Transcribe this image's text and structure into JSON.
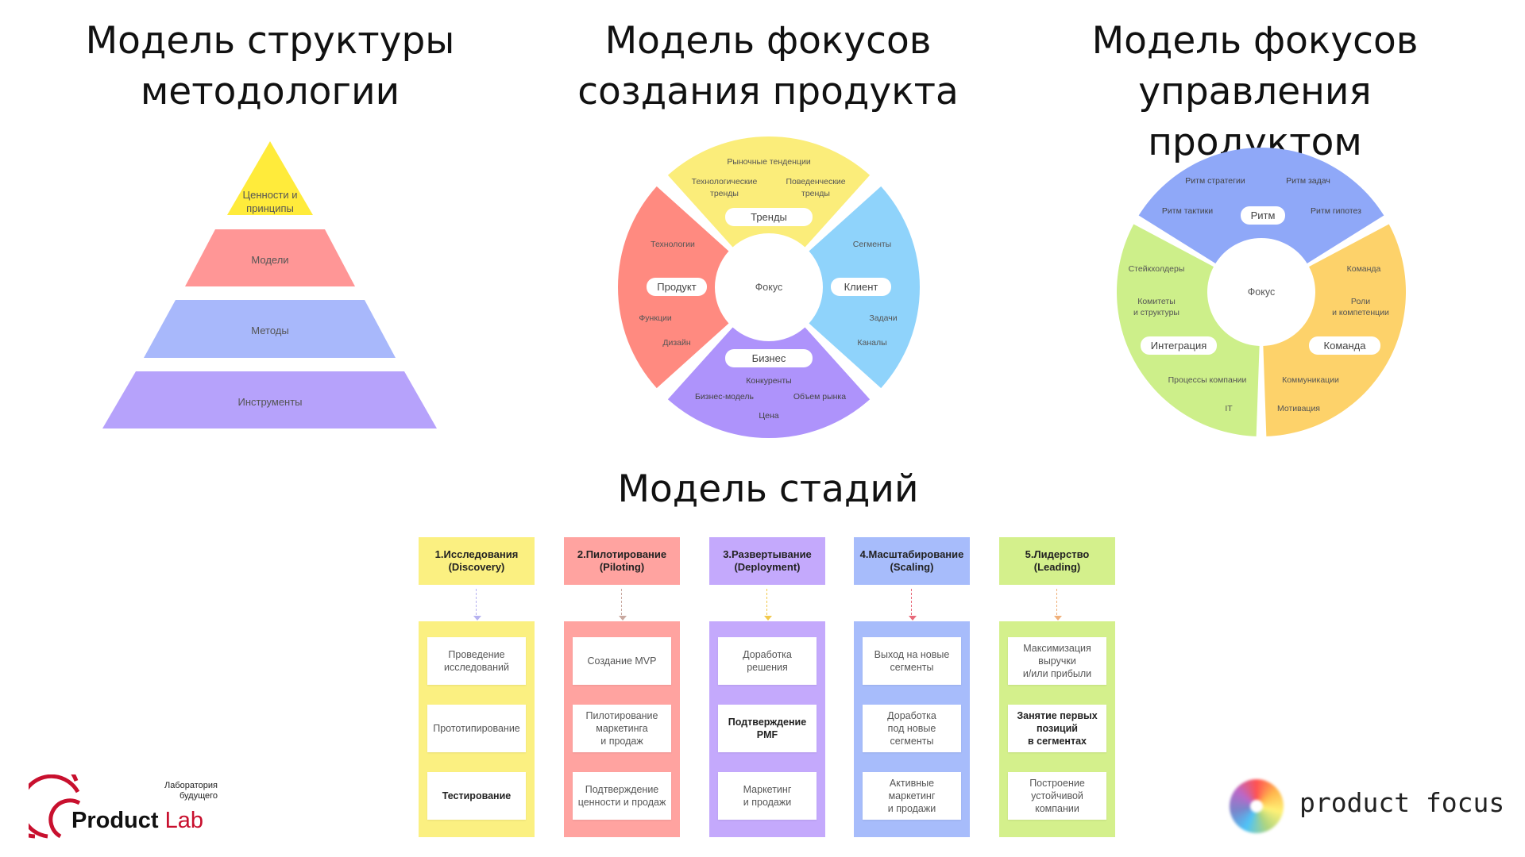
{
  "titles": {
    "structure": "Модель структуры\nметодологии",
    "creation": "Модель фокусов\nсоздания продукта",
    "management": "Модель фокусов\nуправления продуктом",
    "stages": "Модель стадий"
  },
  "pyramid": {
    "levels": [
      {
        "label": "Ценности и\nпринципы",
        "color": "#ffeb3b"
      },
      {
        "label": "Модели",
        "color": "#ff9696"
      },
      {
        "label": "Методы",
        "color": "#a8b8fb"
      },
      {
        "label": "Инструменты",
        "color": "#b6a2fb"
      }
    ]
  },
  "creation_wheel": {
    "center": "Фокус",
    "segments": {
      "trends": {
        "label": "Тренды",
        "color": "#fbed7a",
        "items": [
          "Рыночные тенденции",
          "Технологические\nтренды",
          "Поведенческие\nтренды"
        ]
      },
      "client": {
        "label": "Клиент",
        "color": "#8fd3fb",
        "items": [
          "Сегменты",
          "Задачи",
          "Каналы"
        ]
      },
      "business": {
        "label": "Бизнес",
        "color": "#ae93fb",
        "items": [
          "Конкуренты",
          "Бизнес-модель",
          "Объем рынка",
          "Цена"
        ]
      },
      "product": {
        "label": "Продукт",
        "color": "#ff8a80",
        "items": [
          "Технологии",
          "Функции",
          "Дизайн"
        ]
      }
    }
  },
  "management_wheel": {
    "center": "Фокус",
    "segments": {
      "rhythm": {
        "label": "Ритм",
        "color": "#8fa8f8",
        "items": [
          "Ритм стратегии",
          "Ритм задач",
          "Ритм тактики",
          "Ритм гипотез"
        ]
      },
      "integration": {
        "label": "Интеграция",
        "color": "#cdef8a",
        "items": [
          "Стейкхолдеры",
          "Комитеты\nи структуры",
          "Процессы компании",
          "IT"
        ]
      },
      "team": {
        "label": "Команда",
        "color": "#fdd26a",
        "items": [
          "Команда",
          "Роли\nи компетенции",
          "Коммуникации",
          "Мотивация"
        ]
      }
    }
  },
  "stages": [
    {
      "title": "1.Исследования\n(Discovery)",
      "color": "#fbf081",
      "arrow": "#b6b2f0",
      "cards": [
        {
          "text": "Проведение\nисследований",
          "bold": false
        },
        {
          "text": "Прототипирование",
          "bold": false
        },
        {
          "text": "Тестирование",
          "bold": true
        }
      ]
    },
    {
      "title": "2.Пилотирование\n(Piloting)",
      "color": "#ffa3a0",
      "arrow": "#c9a9a0",
      "cards": [
        {
          "text": "Создание MVP",
          "bold": false
        },
        {
          "text": "Пилотирование\nмаркетинга\nи продаж",
          "bold": false
        },
        {
          "text": "Подтверждение\nценности и продаж",
          "bold": false
        }
      ]
    },
    {
      "title": "3.Развертывание\n(Deployment)",
      "color": "#c4a9fc",
      "arrow": "#f2c94c",
      "cards": [
        {
          "text": "Доработка\nрешения",
          "bold": false
        },
        {
          "text": "Подтверждение\nPMF",
          "bold": true
        },
        {
          "text": "Маркетинг\nи продажи",
          "bold": false
        }
      ]
    },
    {
      "title": "4.Масштабирование\n(Scaling)",
      "color": "#a7bcfb",
      "arrow": "#e86a7a",
      "cards": [
        {
          "text": "Выход на новые\nсегменты",
          "bold": false
        },
        {
          "text": "Доработка\nпод новые\nсегменты",
          "bold": false
        },
        {
          "text": "Активные\nмаркетинг\nи продажи",
          "bold": false
        }
      ]
    },
    {
      "title": "5.Лидерство\n(Leading)",
      "color": "#d4f08c",
      "arrow": "#f0b07a",
      "cards": [
        {
          "text": "Максимизация\nвыручки\nи/или прибыли",
          "bold": false
        },
        {
          "text": "Занятие первых\nпозиций\nв сегментах",
          "bold": true
        },
        {
          "text": "Построение\nустойчивой\nкомпании",
          "bold": false
        }
      ]
    }
  ],
  "logos": {
    "product_lab_small": "Лаборатория\nбудущего",
    "product_lab_word1": "Product",
    "product_lab_word2": "Lab",
    "product_focus": "product focus"
  }
}
